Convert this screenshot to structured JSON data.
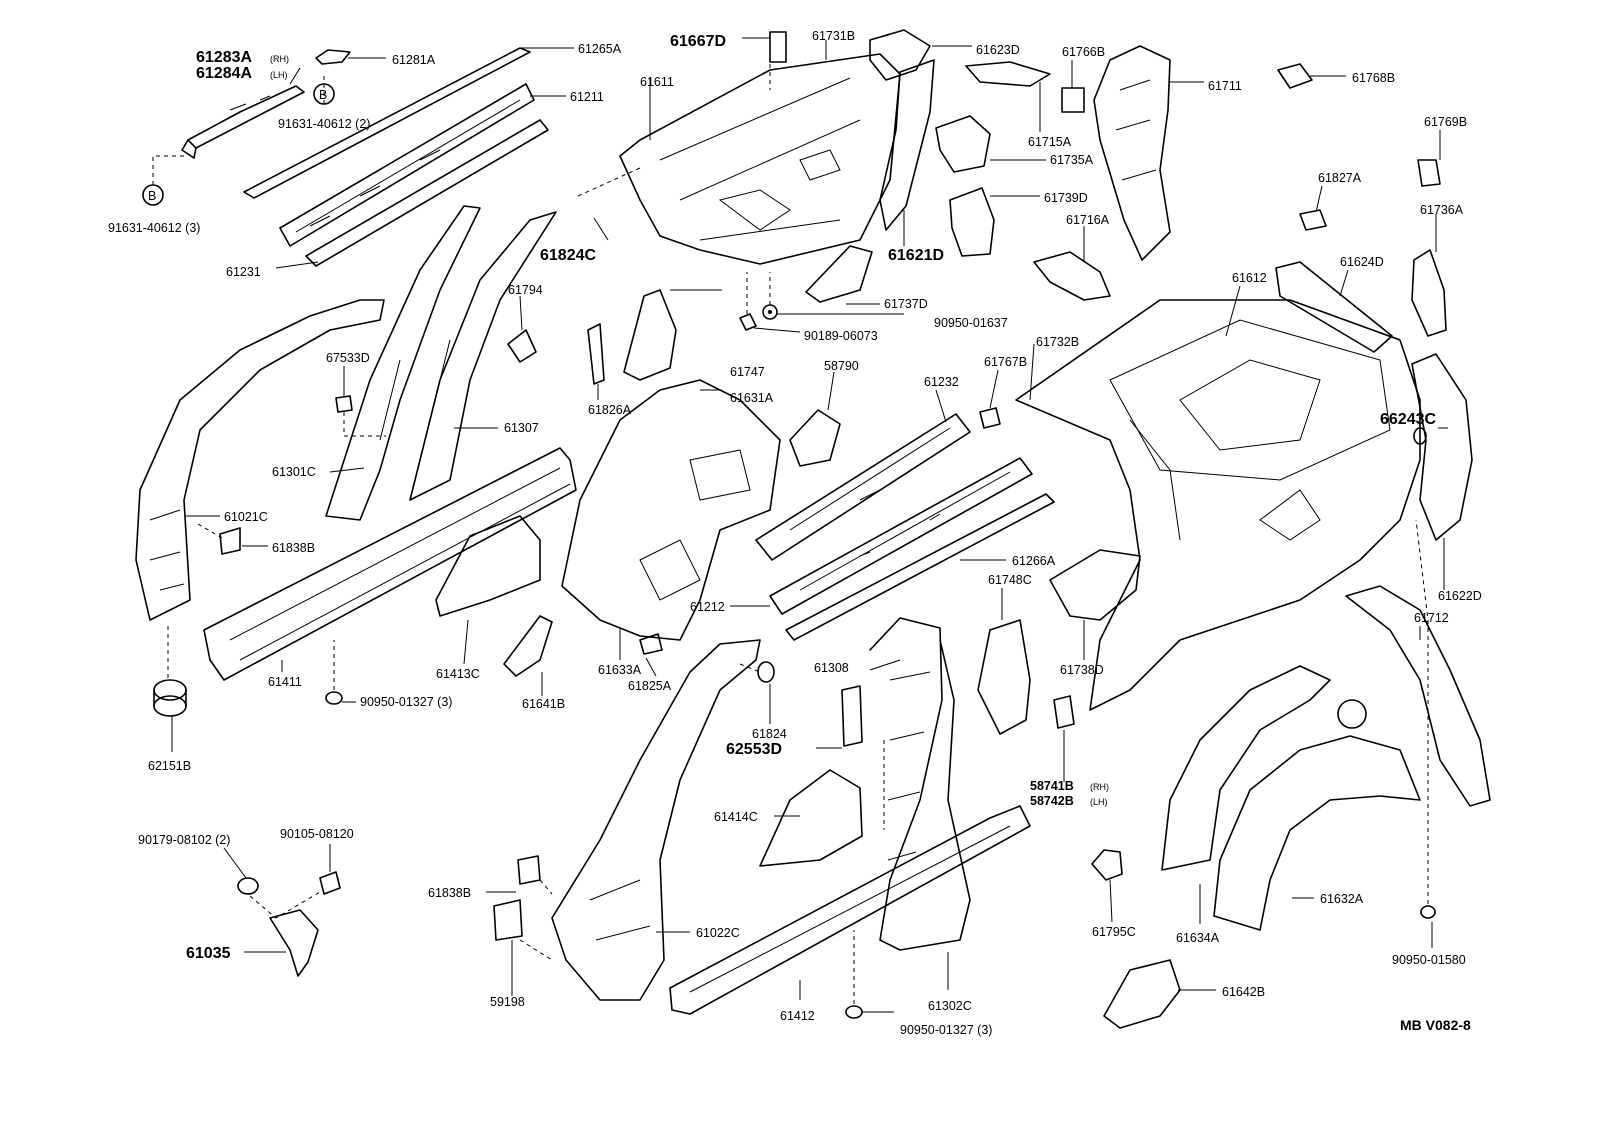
{
  "drawing_code": "MB V082-8",
  "bolt_marker": "B",
  "labels": [
    {
      "id": "61283A",
      "text": "61283A",
      "suffix": "(RH)",
      "big": true
    },
    {
      "id": "61284A",
      "text": "61284A",
      "suffix": "(LH)",
      "big": true
    },
    {
      "id": "61281A",
      "text": "61281A"
    },
    {
      "id": "61265A",
      "text": "61265A"
    },
    {
      "id": "61211",
      "text": "61211"
    },
    {
      "id": "91631-40612-2",
      "text": "91631-40612 (2)"
    },
    {
      "id": "91631-40612-3",
      "text": "91631-40612 (3)"
    },
    {
      "id": "61231",
      "text": "61231"
    },
    {
      "id": "61667D",
      "text": "61667D",
      "big": true
    },
    {
      "id": "61611",
      "text": "61611"
    },
    {
      "id": "61731B",
      "text": "61731B"
    },
    {
      "id": "61623D",
      "text": "61623D"
    },
    {
      "id": "61766B",
      "text": "61766B"
    },
    {
      "id": "61711",
      "text": "61711"
    },
    {
      "id": "61768B",
      "text": "61768B"
    },
    {
      "id": "61715A",
      "text": "61715A"
    },
    {
      "id": "61735A",
      "text": "61735A"
    },
    {
      "id": "61769B",
      "text": "61769B"
    },
    {
      "id": "61824C",
      "text": "61824C",
      "big": true
    },
    {
      "id": "61621D",
      "text": "61621D",
      "big": true
    },
    {
      "id": "61739D",
      "text": "61739D"
    },
    {
      "id": "61716A",
      "text": "61716A"
    },
    {
      "id": "61827A",
      "text": "61827A"
    },
    {
      "id": "61736A",
      "text": "61736A"
    },
    {
      "id": "61794",
      "text": "61794"
    },
    {
      "id": "61737D",
      "text": "61737D"
    },
    {
      "id": "90950-01637",
      "text": "90950-01637"
    },
    {
      "id": "90189-06073",
      "text": "90189-06073"
    },
    {
      "id": "61612",
      "text": "61612"
    },
    {
      "id": "61624D",
      "text": "61624D"
    },
    {
      "id": "67533D",
      "text": "67533D"
    },
    {
      "id": "61826A",
      "text": "61826A"
    },
    {
      "id": "61747",
      "text": "61747"
    },
    {
      "id": "61631A",
      "text": "61631A"
    },
    {
      "id": "58790",
      "text": "58790"
    },
    {
      "id": "61232",
      "text": "61232"
    },
    {
      "id": "61767B",
      "text": "61767B"
    },
    {
      "id": "61732B",
      "text": "61732B"
    },
    {
      "id": "61307",
      "text": "61307"
    },
    {
      "id": "66243C",
      "text": "66243C",
      "big": true
    },
    {
      "id": "61301C",
      "text": "61301C"
    },
    {
      "id": "61021C",
      "text": "61021C"
    },
    {
      "id": "61838B-top",
      "text": "61838B"
    },
    {
      "id": "61266A",
      "text": "61266A"
    },
    {
      "id": "61748C",
      "text": "61748C"
    },
    {
      "id": "61622D",
      "text": "61622D"
    },
    {
      "id": "61212",
      "text": "61212"
    },
    {
      "id": "61712",
      "text": "61712"
    },
    {
      "id": "61413C",
      "text": "61413C"
    },
    {
      "id": "61633A",
      "text": "61633A"
    },
    {
      "id": "61738D",
      "text": "61738D"
    },
    {
      "id": "61411",
      "text": "61411"
    },
    {
      "id": "90950-01327-a",
      "text": "90950-01327 (3)"
    },
    {
      "id": "61641B",
      "text": "61641B"
    },
    {
      "id": "61825A",
      "text": "61825A"
    },
    {
      "id": "61308",
      "text": "61308"
    },
    {
      "id": "61824",
      "text": "61824"
    },
    {
      "id": "62553D",
      "text": "62553D",
      "big": true
    },
    {
      "id": "62151B",
      "text": "62151B"
    },
    {
      "id": "58741B",
      "text": "58741B",
      "suffix": "(RH)",
      "bold": true
    },
    {
      "id": "58742B",
      "text": "58742B",
      "suffix": "(LH)",
      "bold": true
    },
    {
      "id": "61414C",
      "text": "61414C"
    },
    {
      "id": "90179-08102",
      "text": "90179-08102 (2)"
    },
    {
      "id": "90105-08120",
      "text": "90105-08120"
    },
    {
      "id": "61838B-bot",
      "text": "61838B"
    },
    {
      "id": "61795C",
      "text": "61795C"
    },
    {
      "id": "61634A",
      "text": "61634A"
    },
    {
      "id": "61632A",
      "text": "61632A"
    },
    {
      "id": "61035",
      "text": "61035",
      "big": true
    },
    {
      "id": "61022C",
      "text": "61022C"
    },
    {
      "id": "90950-01580",
      "text": "90950-01580"
    },
    {
      "id": "59198",
      "text": "59198"
    },
    {
      "id": "61412",
      "text": "61412"
    },
    {
      "id": "90950-01327-b",
      "text": "90950-01327 (3)"
    },
    {
      "id": "61302C",
      "text": "61302C"
    },
    {
      "id": "61642B",
      "text": "61642B"
    }
  ]
}
